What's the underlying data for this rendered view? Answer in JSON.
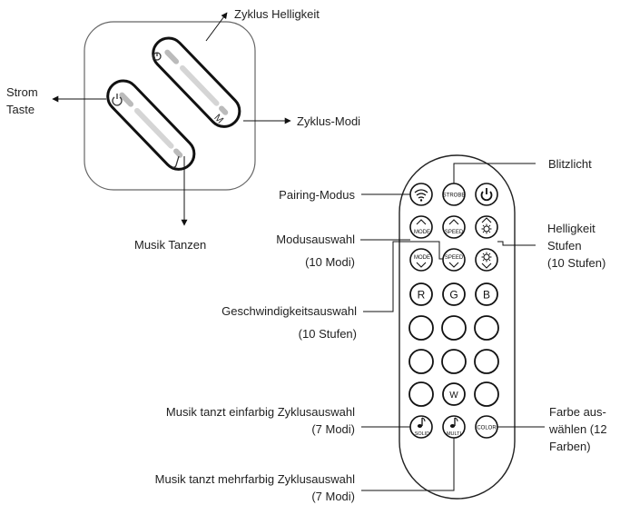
{
  "controller": {
    "labels": {
      "cycle_brightness": "Zyklus Helligkeit",
      "power_key_line1": "Strom",
      "power_key_line2": "Taste",
      "cycle_modes": "Zyklus-Modi",
      "music_dance": "Musik Tanzen"
    }
  },
  "remote": {
    "labels": {
      "strobe": "Blitzlicht",
      "pairing_mode": "Pairing-Modus",
      "mode_select_line1": "Modusauswahl",
      "mode_select_line2": "(10 Modi)",
      "brightness_line1": "Helligkeit",
      "brightness_line2": "Stufen",
      "brightness_line3": "(10 Stufen)",
      "speed_select_line1": "Geschwindigkeitsauswahl",
      "speed_select_line2": "(10 Stufen)",
      "music_single_line1": "Musik tanzt einfarbig Zyklusauswahl",
      "music_single_line2": "(7 Modi)",
      "choose_color_line1": "Farbe aus-",
      "choose_color_line2": "wählen (12",
      "choose_color_line3": "Farben)",
      "music_multi_line1": "Musik tanzt mehrfarbig Zyklusauswahl",
      "music_multi_line2": "(7 Modi)"
    },
    "buttons": {
      "strobe": "STROBE",
      "mode": "MODE",
      "speed": "SPEED",
      "red": "R",
      "green": "G",
      "blue": "B",
      "white": "W",
      "solid": "SOLID",
      "multi": "MULTI",
      "color": "COLOR"
    }
  }
}
